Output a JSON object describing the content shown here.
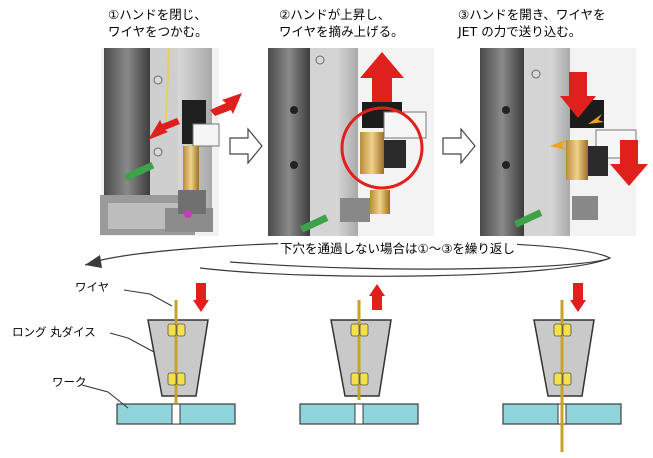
{
  "steps": [
    {
      "line1": "①ハンドを閉じ、",
      "line2": "ワイヤをつかむ。"
    },
    {
      "line1": "②ハンドが上昇し、",
      "line2": "ワイヤを摘み上げる。"
    },
    {
      "line1": "③ハンドを開き、ワイヤを",
      "line2": "JET の力で送り込む。"
    }
  ],
  "loop_note": "下穴を通過しない場合は①～③を繰り返し",
  "labels": {
    "wire": "ワイヤ",
    "die": "ロング 丸ダイス",
    "work": "ワーク"
  },
  "colors": {
    "arrow_red": "#e0201c",
    "wire_gold": "#c8a22a",
    "die_gray": "#c9c9c9",
    "hand_yellow": "#f4e04a",
    "work_cyan": "#8fd3db",
    "jet_orange": "#f2a31a"
  },
  "icons": [
    "arrow-right-icon",
    "loop-arrow-icon",
    "up-arrow-icon",
    "down-arrow-icon"
  ]
}
